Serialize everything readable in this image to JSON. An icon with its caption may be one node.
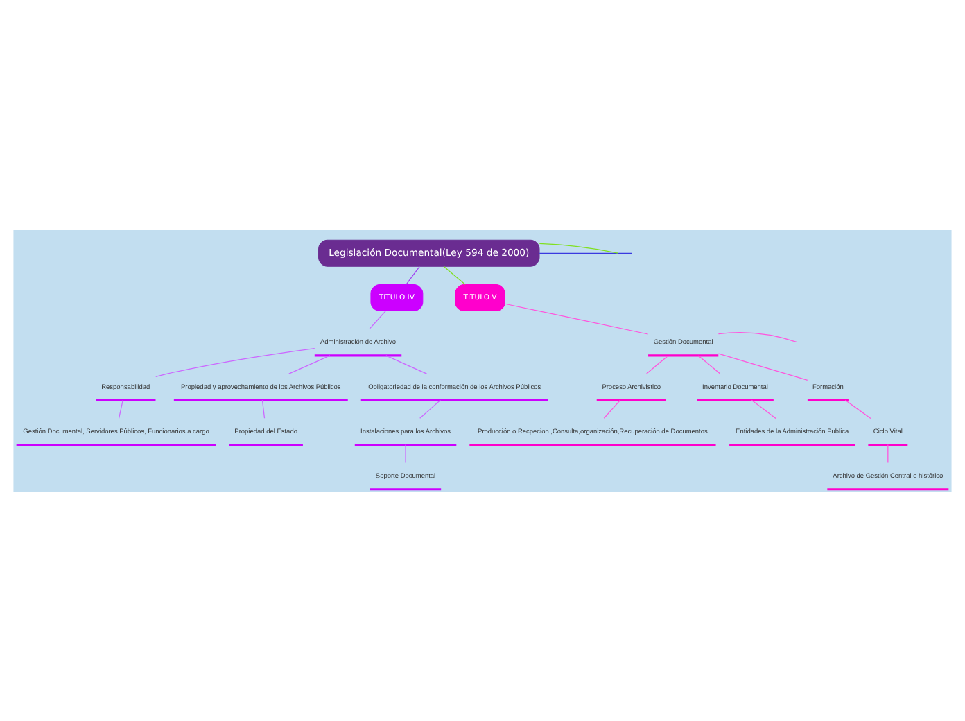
{
  "diagram": {
    "nodes": [
      {
        "text": [
          "Legislación Documental(Ley 594 de 2000)"
        ]
      },
      {
        "text": [
          "TITULO IV"
        ]
      },
      {
        "text": [
          "Administración de Archivo"
        ]
      },
      {
        "text": [
          "Responsabilidad"
        ]
      },
      {
        "text": [
          "Gestión Documental, Servidores Públicos, Funcionarios a cargo"
        ]
      },
      {
        "text": [
          "Propiedad y aprovechamiento de los Archivos Públicos"
        ]
      },
      {
        "text": [
          "Propiedad del Estado"
        ]
      },
      {
        "text": [
          "Obligatoriedad de la conformación de los Archivos Públicos"
        ]
      },
      {
        "text": [
          "Instalaciones para los Archivos"
        ]
      },
      {
        "text": [
          "Soporte Documental"
        ]
      },
      {
        "text": [
          "TITULO V"
        ]
      },
      {
        "text": [
          "Gestión Documental"
        ]
      },
      {
        "text": [
          "Proceso Archivistico"
        ]
      },
      {
        "text": [
          "Producción o Recpecion ,Consulta,organización,Recuperación de Documentos"
        ]
      },
      {
        "text": [
          "Inventario Documental"
        ]
      },
      {
        "text": [
          "Entidades de la Administración Publica"
        ]
      },
      {
        "text": [
          "Formación"
        ]
      },
      {
        "text": [
          "Ciclo Vital"
        ]
      },
      {
        "text": [
          "Archivo de Gestión Central e histórico"
        ]
      }
    ],
    "edges": [
      {
        "from": 0,
        "to": null,
        "arrow": "none",
        "color": "#3a3ae0"
      },
      {
        "from": 0,
        "to": 1,
        "arrow": "none",
        "color": "#a040f0"
      },
      {
        "from": 0,
        "to": 10,
        "arrow": "none",
        "color": "#80e020"
      },
      {
        "from": 0,
        "to": null,
        "arrow": "none",
        "color": "#80e020"
      },
      {
        "from": 1,
        "to": 2,
        "arrow": "none",
        "color": "#cc66ff"
      },
      {
        "from": 2,
        "to": 3,
        "arrow": "none",
        "color": "#cc66ff"
      },
      {
        "from": 3,
        "to": 4,
        "arrow": "none",
        "color": "#cc66ff"
      },
      {
        "from": 2,
        "to": 5,
        "arrow": "none",
        "color": "#cc66ff"
      },
      {
        "from": 5,
        "to": 6,
        "arrow": "none",
        "color": "#cc66ff"
      },
      {
        "from": 2,
        "to": 7,
        "arrow": "none",
        "color": "#cc66ff"
      },
      {
        "from": 7,
        "to": 8,
        "arrow": "none",
        "color": "#cc66ff"
      },
      {
        "from": 8,
        "to": 9,
        "arrow": "none",
        "color": "#cc66ff"
      },
      {
        "from": 10,
        "to": 11,
        "arrow": "none",
        "color": "#ff55dd"
      },
      {
        "from": 11,
        "to": 12,
        "arrow": "none",
        "color": "#ff55dd"
      },
      {
        "from": 12,
        "to": 13,
        "arrow": "none",
        "color": "#ff55dd"
      },
      {
        "from": 11,
        "to": 14,
        "arrow": "none",
        "color": "#ff55dd"
      },
      {
        "from": 14,
        "to": 15,
        "arrow": "none",
        "color": "#ff55dd"
      },
      {
        "from": 11,
        "to": 16,
        "arrow": "none",
        "color": "#ff55dd"
      },
      {
        "from": 16,
        "to": 17,
        "arrow": "none",
        "color": "#ff55dd"
      },
      {
        "from": 17,
        "to": 18,
        "arrow": "none",
        "color": "#ff55dd"
      },
      {
        "from": 11,
        "to": null,
        "arrow": "none",
        "color": "#ff55dd"
      }
    ]
  }
}
